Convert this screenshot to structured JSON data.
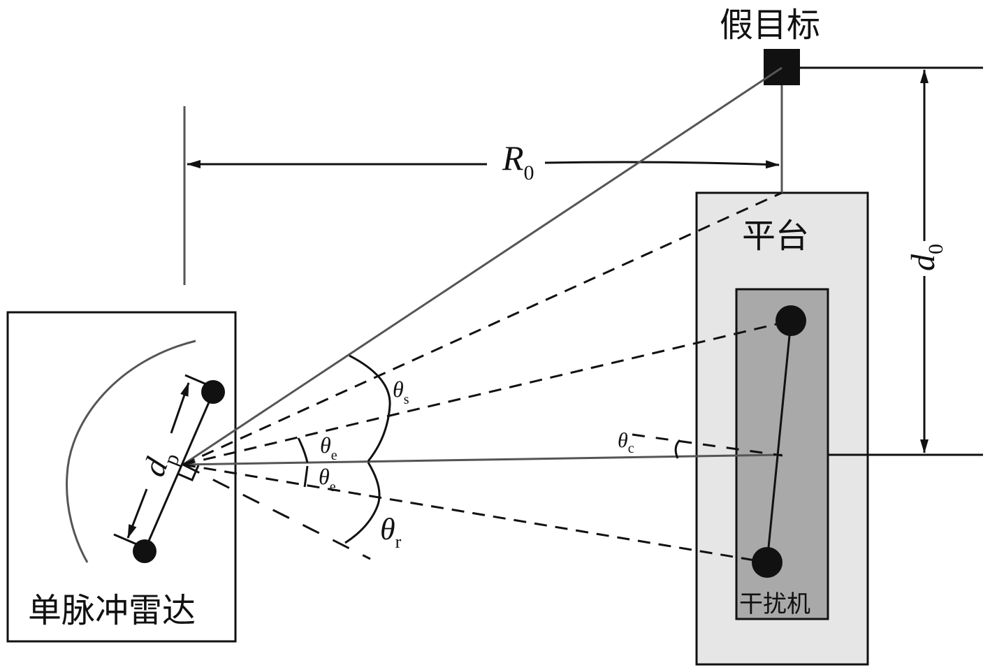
{
  "labels": {
    "decoy": "假目标",
    "platform": "平台",
    "jammer": "干扰机",
    "radar": "单脉冲雷达"
  },
  "symbols": {
    "range": {
      "base": "R",
      "sub": "0"
    },
    "offset": {
      "base": "d",
      "sub": "0"
    },
    "baseline": {
      "base": "d",
      "sub": "p"
    },
    "theta_s": {
      "base": "θ",
      "sub": "s"
    },
    "theta_e_upper": {
      "base": "θ",
      "sub": "e"
    },
    "theta_e_lower": {
      "base": "θ",
      "sub": "e"
    },
    "theta_r": {
      "base": "θ",
      "sub": "r"
    },
    "theta_c": {
      "base": "θ",
      "sub": "c"
    }
  },
  "colors": {
    "line": "#111111",
    "gray_line": "#555555",
    "platform_fill": "#e6e6e6",
    "jammer_fill": "#a9a9a9"
  }
}
